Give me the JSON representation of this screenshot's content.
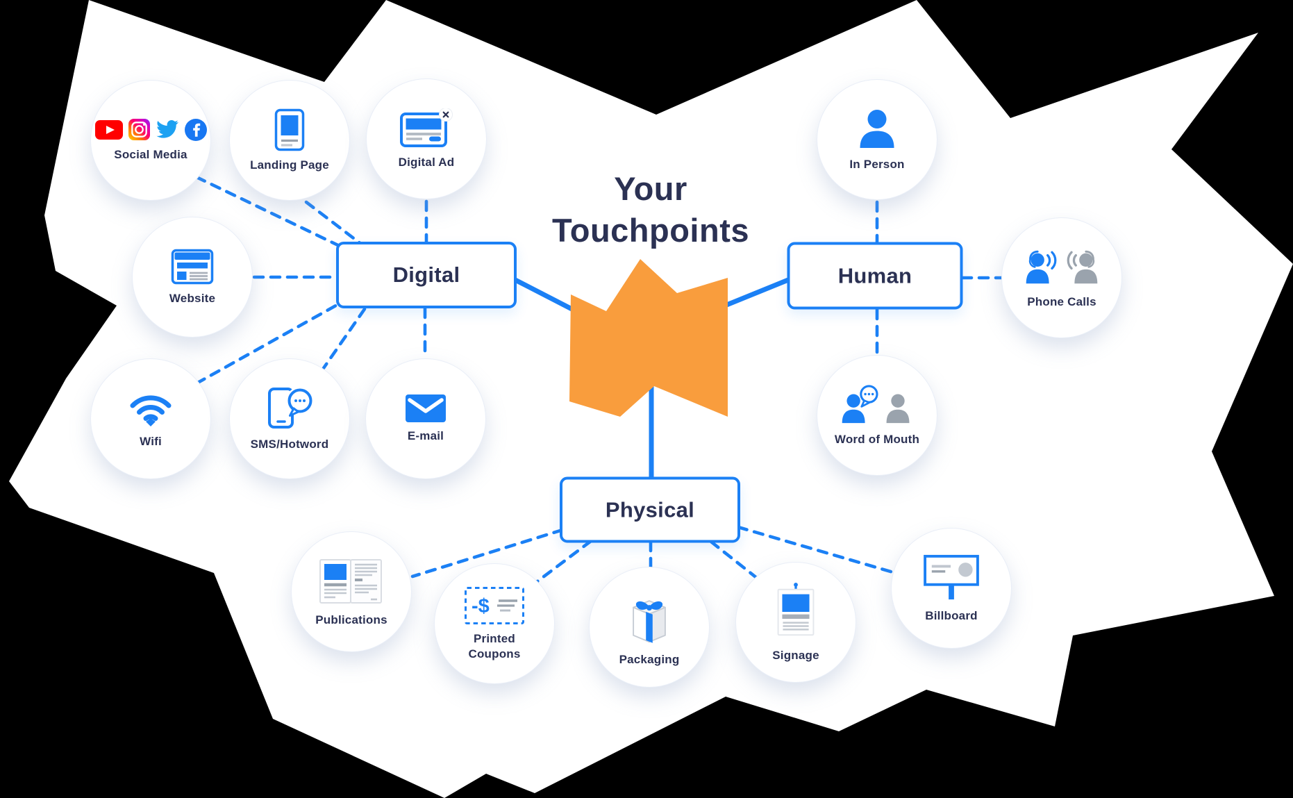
{
  "title": {
    "line1": "Your",
    "line2": "Touchpoints"
  },
  "colors": {
    "primary_blue": "#1B80F5",
    "navy_text": "#2B3153",
    "center_orange": "#F99D3D",
    "gray_icon": "#9AA3AD",
    "light_gray_icon": "#C3C9D1",
    "youtube_red": "#FF0000",
    "twitter_blue": "#1DA1F2",
    "facebook_blue": "#1877F2",
    "background": "#000000",
    "node_fill": "#FFFFFF"
  },
  "categories": [
    {
      "label": "Digital"
    },
    {
      "label": "Human"
    },
    {
      "label": "Physical"
    }
  ],
  "touchpoints": {
    "digital": [
      {
        "label": "Social Media",
        "icons": [
          "youtube-icon",
          "instagram-icon",
          "twitter-icon",
          "facebook-icon"
        ]
      },
      {
        "label": "Landing Page"
      },
      {
        "label": "Digital Ad"
      },
      {
        "label": "Website"
      },
      {
        "label": "Wifi"
      },
      {
        "label": "SMS/Hotword"
      },
      {
        "label": "E-mail"
      }
    ],
    "human": [
      {
        "label": "In Person"
      },
      {
        "label": "Phone Calls"
      },
      {
        "label": "Word of Mouth"
      }
    ],
    "physical": [
      {
        "label": "Publications"
      },
      {
        "label": "Printed Coupons"
      },
      {
        "label": "Packaging"
      },
      {
        "label": "Signage"
      },
      {
        "label": "Billboard"
      }
    ]
  }
}
